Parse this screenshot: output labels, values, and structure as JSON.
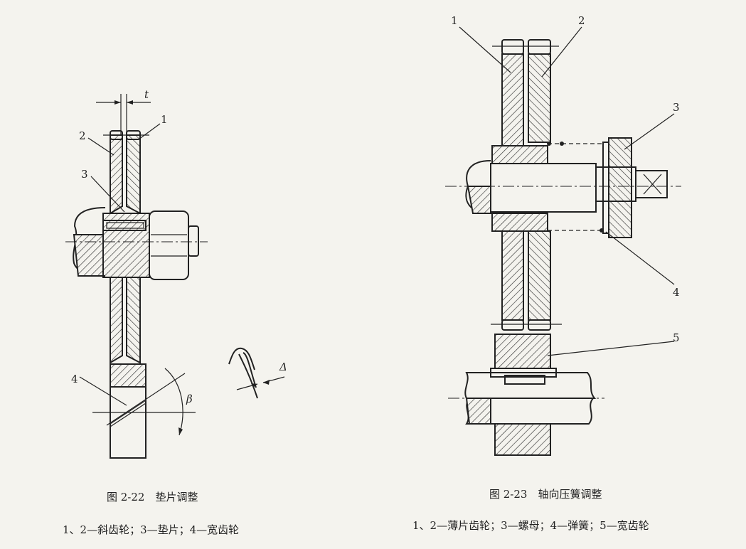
{
  "figure_left": {
    "title": "图 2-22　垫片调整",
    "legend": "1、2—斜齿轮；3—垫片；4—宽齿轮",
    "callouts": [
      "1",
      "2",
      "3",
      "4"
    ],
    "symbols": {
      "thickness": "t",
      "angle": "β",
      "delta": "Δ"
    }
  },
  "figure_right": {
    "title": "图 2-23　轴向压簧调整",
    "legend": "1、2—薄片齿轮；3—螺母；4—弹簧；5—宽齿轮",
    "callouts": [
      "1",
      "2",
      "3",
      "4",
      "5"
    ]
  }
}
